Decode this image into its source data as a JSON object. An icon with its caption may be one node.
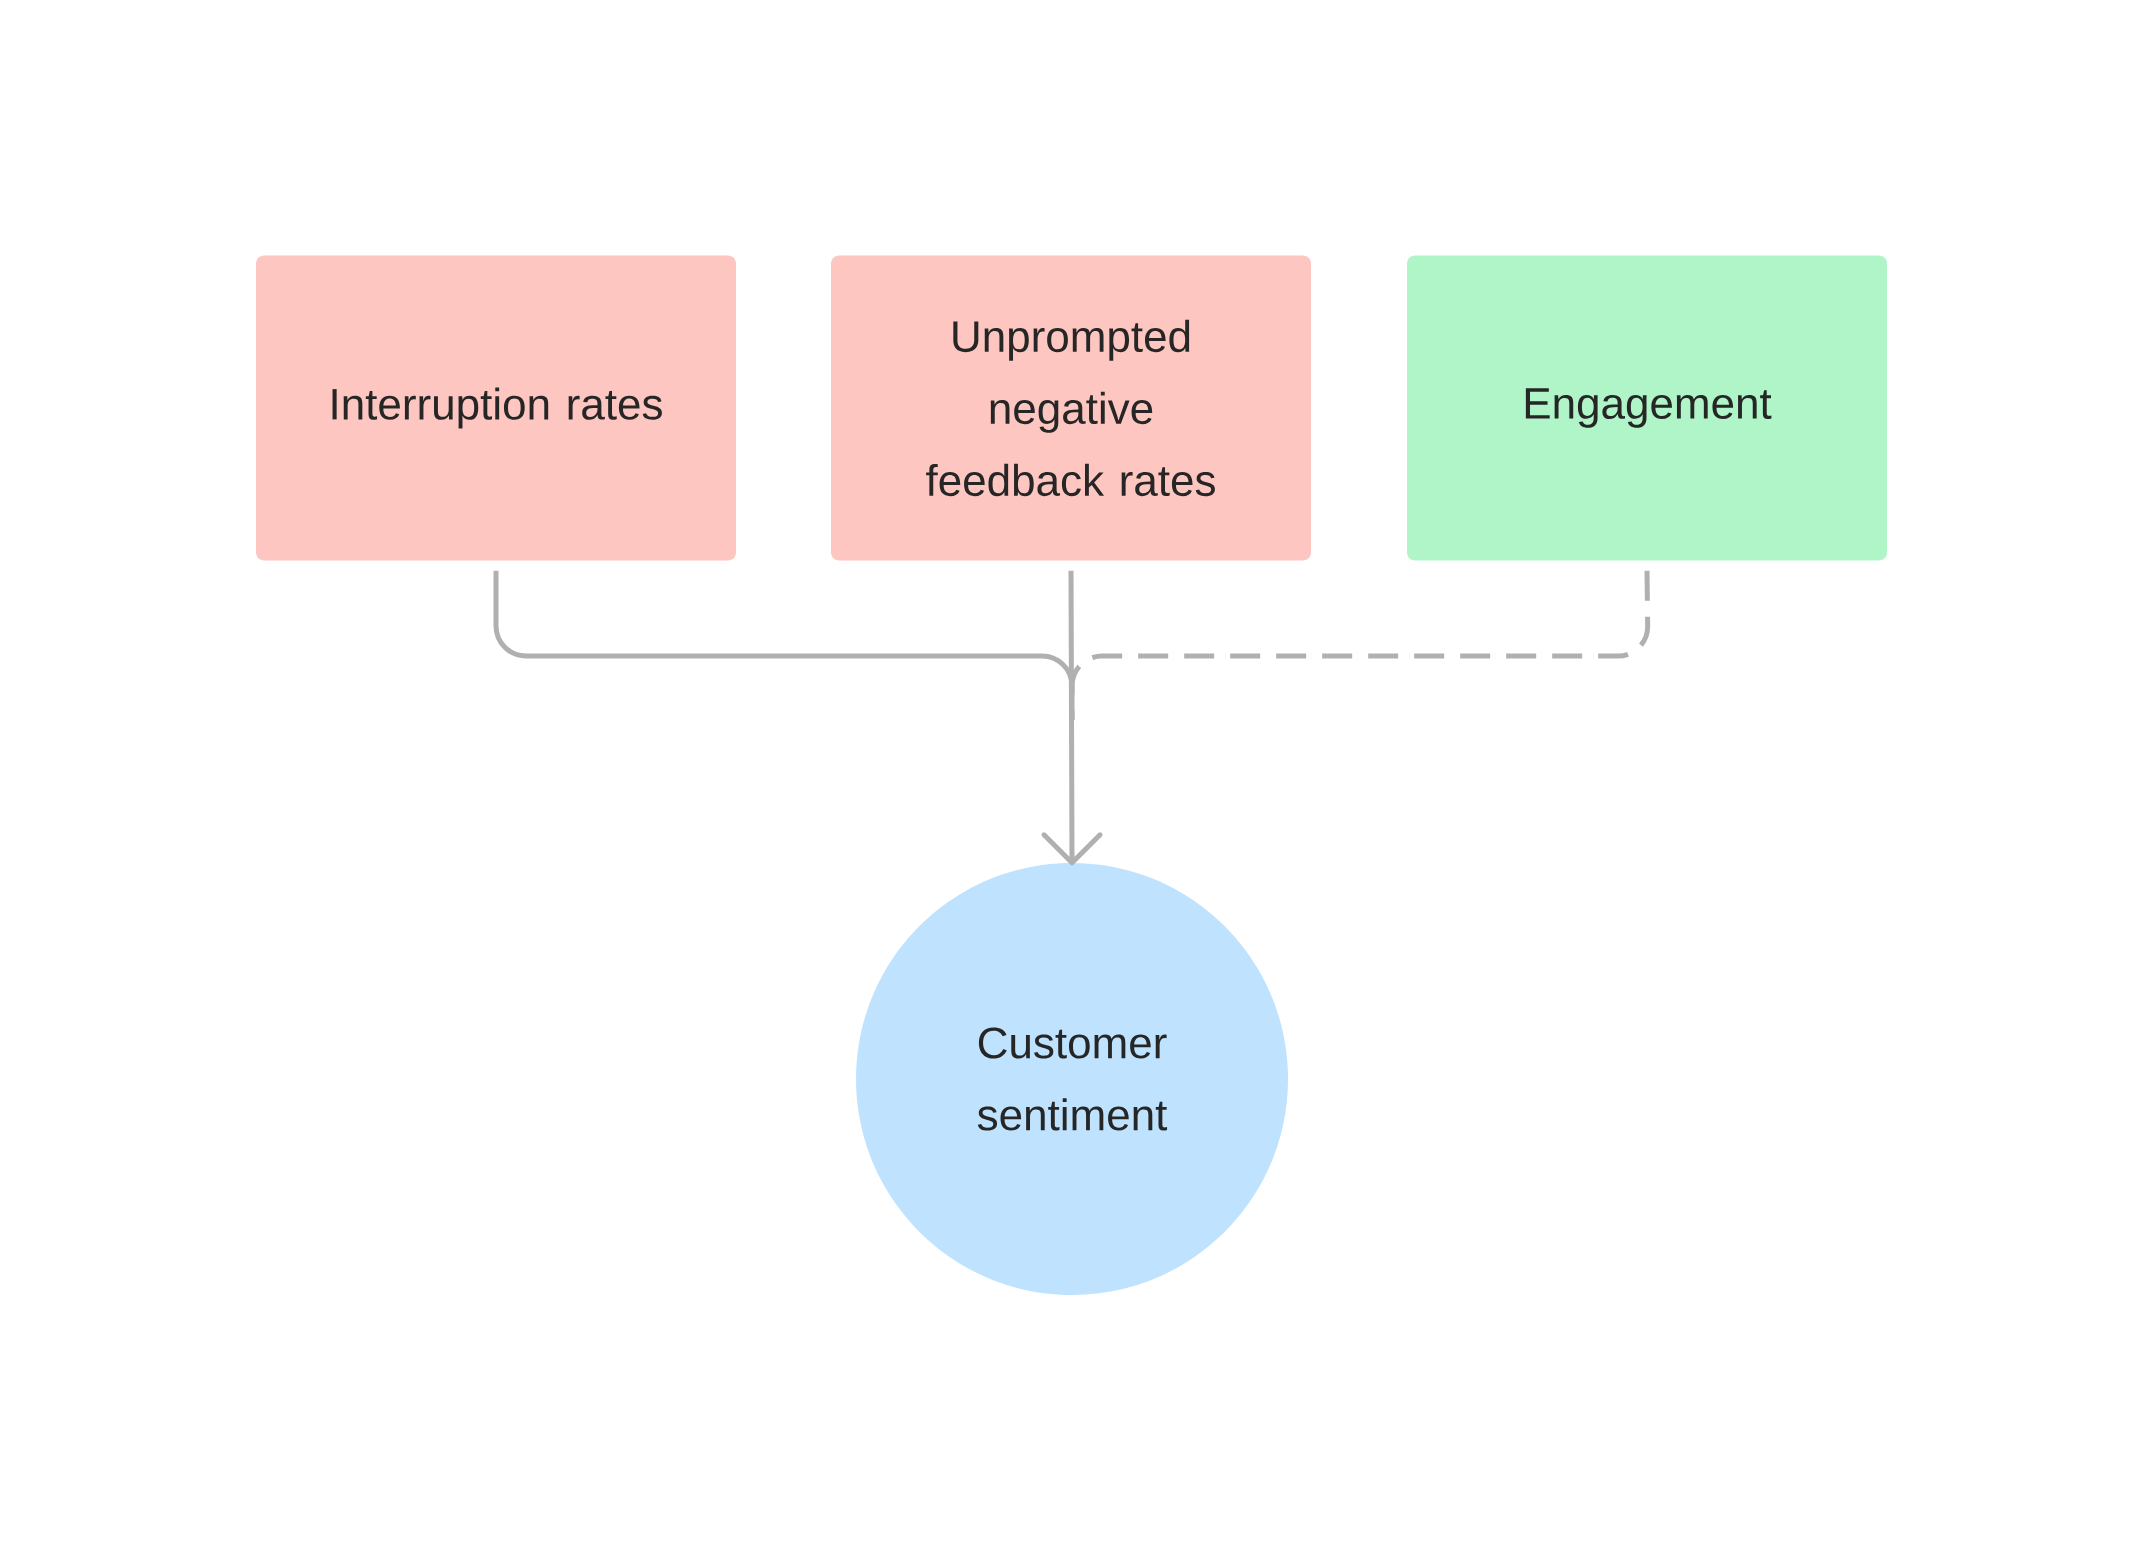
{
  "diagram": {
    "nodes": [
      {
        "text": [
          "Interruption rates"
        ]
      },
      {
        "text": [
          "Unprompted negative feedback rates"
        ]
      },
      {
        "text": [
          "Engagement"
        ]
      },
      {
        "text": [
          "Customer sentiment"
        ]
      }
    ],
    "edges": [
      {
        "from": 0,
        "to": 3,
        "arrow": "to"
      },
      {
        "from": 1,
        "to": 3,
        "arrow": "to"
      },
      {
        "from": 2,
        "to": 3,
        "arrow": "to",
        "style": "dashed"
      }
    ]
  }
}
